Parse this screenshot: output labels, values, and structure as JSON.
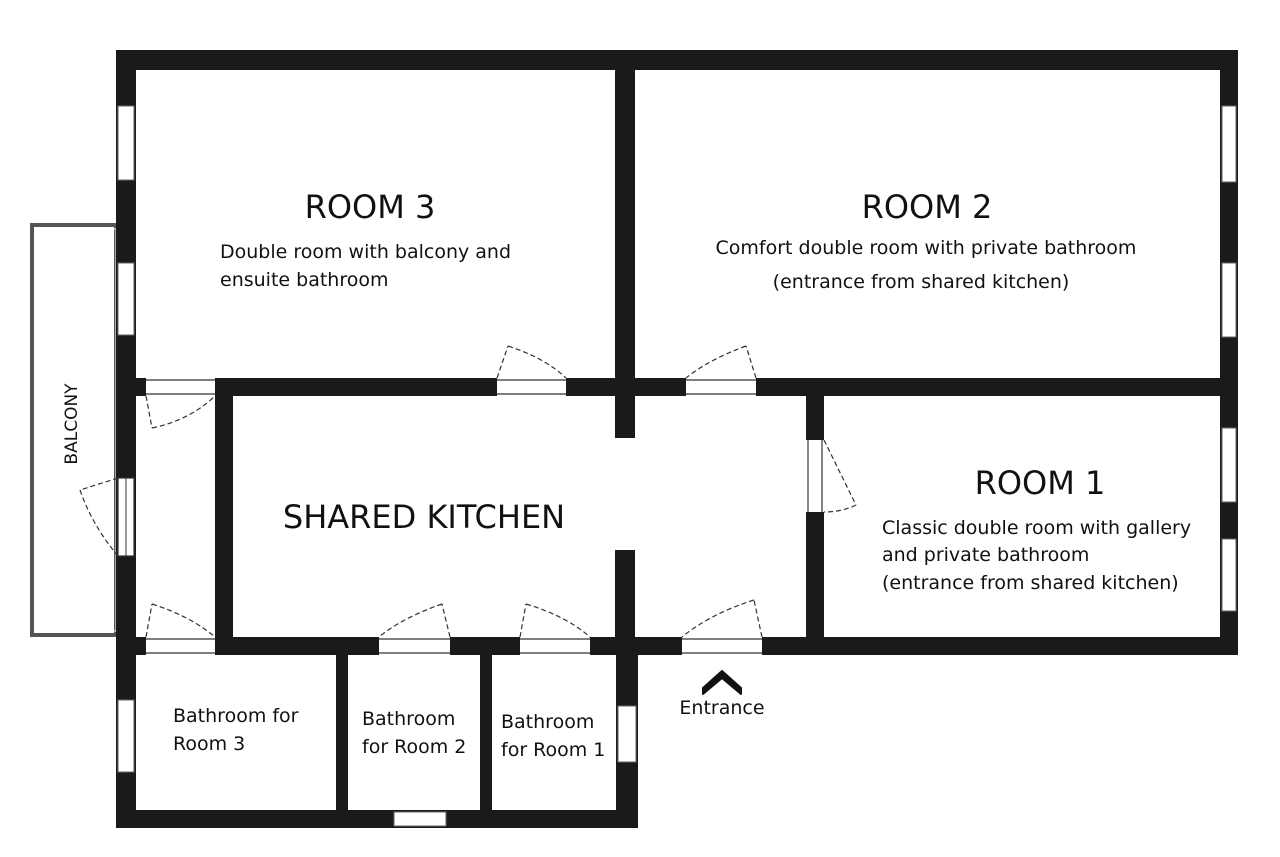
{
  "colors": {
    "wall": "#1a1a1a",
    "window": "#ffffff",
    "background": "#ffffff",
    "balcony_outline": "#555555"
  },
  "rooms": {
    "room3": {
      "title": "ROOM 3",
      "desc": [
        "Double room with balcony and",
        "ensuite bathroom"
      ]
    },
    "room2": {
      "title": "ROOM 2",
      "desc": [
        "Comfort double room with private bathroom",
        "(entrance from shared kitchen)"
      ]
    },
    "room1": {
      "title": "ROOM 1",
      "desc": [
        "Classic double room with gallery",
        "and private bathroom",
        "(entrance from shared kitchen)"
      ]
    }
  },
  "kitchen": {
    "title": "SHARED KITCHEN"
  },
  "bathrooms": [
    {
      "lines": [
        "Bathroom for",
        "Room 3"
      ]
    },
    {
      "lines": [
        "Bathroom",
        "for Room 2"
      ]
    },
    {
      "lines": [
        "Bathroom",
        "for Room 1"
      ]
    }
  ],
  "balcony": {
    "label": "BALCONY"
  },
  "entrance": {
    "label": "Entrance",
    "icon": "chevron-up-icon"
  }
}
